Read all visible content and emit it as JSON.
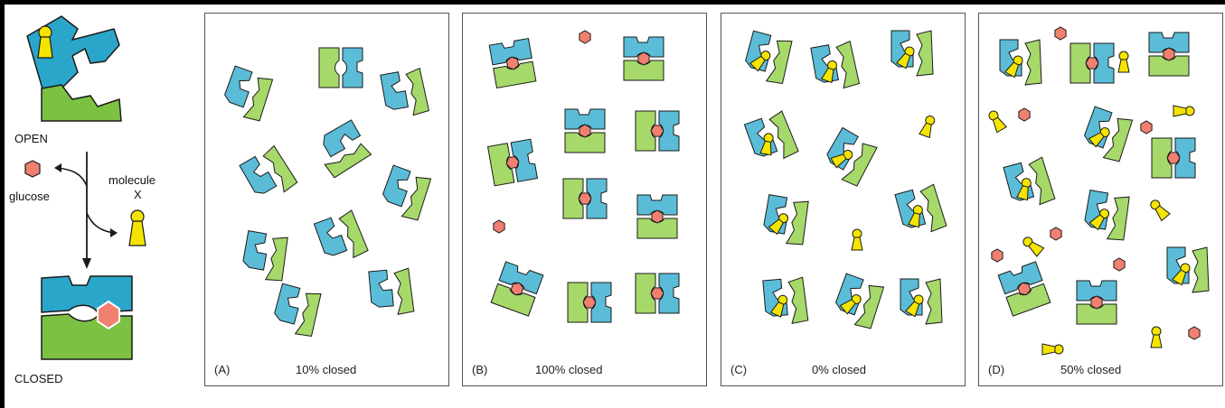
{
  "legend": {
    "open_label": "OPEN",
    "closed_label": "CLOSED",
    "glucose_label": "glucose",
    "molecule_label": "molecule",
    "molecule_x_label": "X"
  },
  "panels": [
    {
      "letter": "(A)",
      "percent_label": "10% closed"
    },
    {
      "letter": "(B)",
      "percent_label": "100% closed"
    },
    {
      "letter": "(C)",
      "percent_label": "0% closed"
    },
    {
      "letter": "(D)",
      "percent_label": "50% closed"
    }
  ],
  "colors": {
    "blue_domain": "#5bbcd8",
    "green_domain": "#a6d96a",
    "glucose": "#f08070",
    "molecule_x": "#f5e400",
    "outline": "#1a1a1a"
  }
}
